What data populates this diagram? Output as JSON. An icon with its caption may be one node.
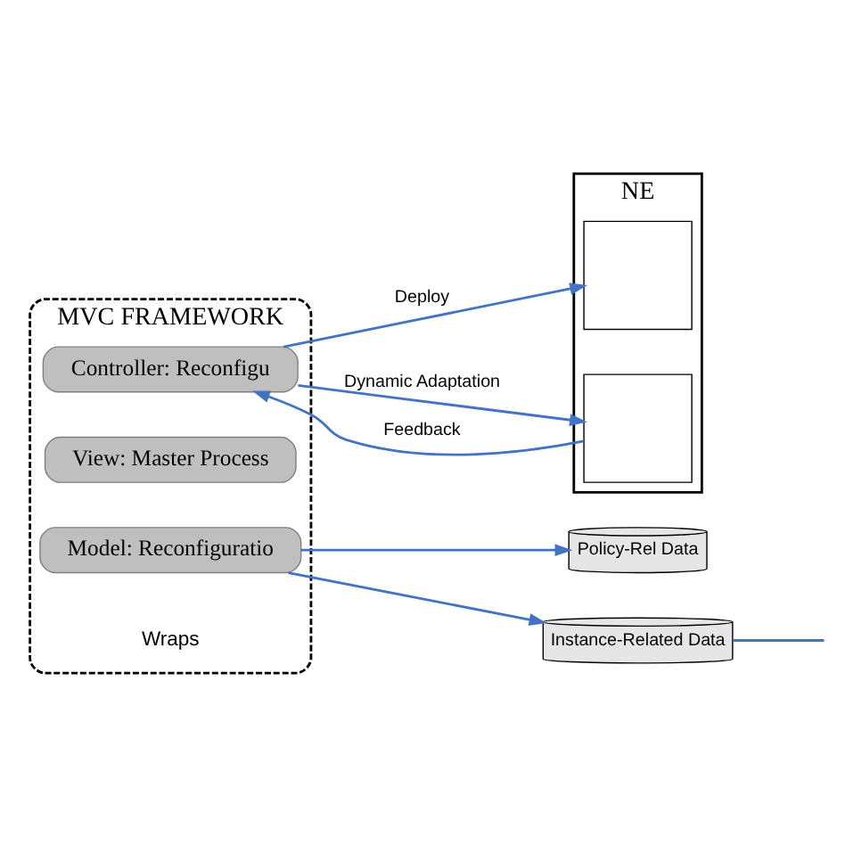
{
  "diagram": {
    "nodes": [
      {
        "text": [
          "NE"
        ]
      },
      {
        "text": [],
        "shape": "box",
        "in": 0
      },
      {
        "text": [],
        "shape": "box",
        "in": 0
      },
      {
        "text": [
          "MVC FRAMEWORK",
          "Wraps"
        ]
      },
      {
        "text": [
          "Controller: Reconfigu"
        ],
        "in": 3
      },
      {
        "text": [
          "View: Master Process"
        ],
        "in": 3
      },
      {
        "text": [
          "Model: Reconfiguratio"
        ],
        "in": 3
      },
      {
        "text": [
          "Instance-Related Data"
        ]
      },
      {
        "text": [
          "Policy-Rel Data"
        ]
      }
    ],
    "edges": [
      {
        "from": 4,
        "to": 1,
        "arrow": "to",
        "label": "Deploy"
      },
      {
        "from": 2,
        "to": 4,
        "arrow": "to",
        "label": "Feedback"
      },
      {
        "from": 4,
        "to": 2,
        "arrow": "to",
        "label": "Dynamic Adaptation"
      },
      {
        "from": 6,
        "to": 7,
        "arrow": "to"
      },
      {
        "from": 6,
        "to": 8,
        "arrow": "to"
      },
      {
        "from": 7,
        "to": null,
        "arrow": "none"
      }
    ]
  }
}
